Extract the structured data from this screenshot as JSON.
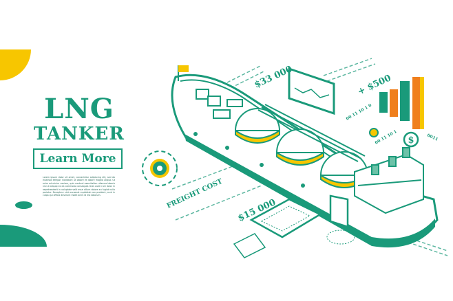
{
  "banner": {
    "title_line1": "LNG",
    "title_line2": "TANKER",
    "button_label": "Learn More",
    "body_text": "Lorem ipsum dolor sit amet, consectetur adipiscing elit, sed do eiusmod tempor incididunt ut labore et dolore magna aliqua. Ut enim ad minim veniam, quis nostrud exercitation ullamco laboris nisi ut aliquip ex ea commodo consequat. Duis aute irure dolor in reprehenderit in voluptate velit esse cillum dolore eu fugiat nulla pariatur. Excepteur sint occaecat cupidatat non proident, sunt in culpa qui officia deserunt mollit anim id est laborum."
  },
  "illustration": {
    "price_top": "$33 000",
    "price_change": "+ $500",
    "freight_label": "FREIGHT COST",
    "price_bottom": "$15 000",
    "binary_1": "00 11 10 1 0",
    "binary_2": "00 11 10 1",
    "binary_3": "0011",
    "coin_symbol": "$"
  },
  "colors": {
    "green": "#1a9a7a",
    "yellow": "#f7c600",
    "orange": "#f07f1d",
    "background": "#ffffff"
  }
}
